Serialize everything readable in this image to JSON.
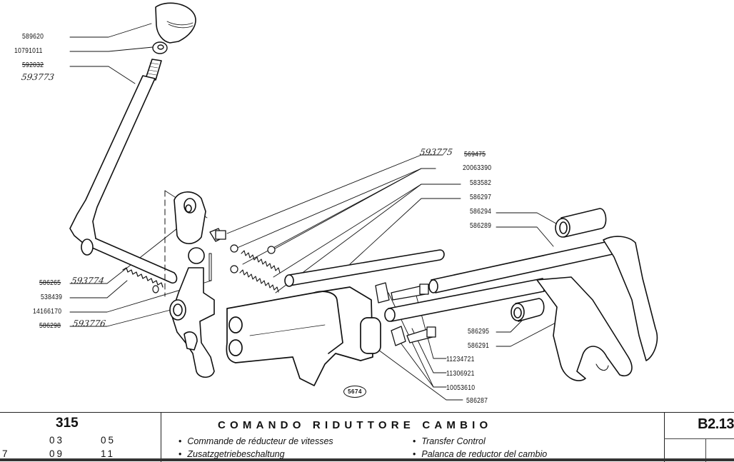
{
  "diagram_code": "5674",
  "callouts": [
    {
      "id": "589620",
      "text": "589620",
      "strike": false,
      "handwritten": ""
    },
    {
      "id": "10791011",
      "text": "10791011",
      "strike": false,
      "handwritten": ""
    },
    {
      "id": "592032",
      "text": "592032",
      "strike": true,
      "handwritten": "593773"
    },
    {
      "id": "586265",
      "text": "586265",
      "strike": true,
      "handwritten": "593774"
    },
    {
      "id": "538439",
      "text": "538439",
      "strike": false,
      "handwritten": ""
    },
    {
      "id": "14166170",
      "text": "14166170",
      "strike": false,
      "handwritten": ""
    },
    {
      "id": "586298",
      "text": "586298",
      "strike": true,
      "handwritten": "593776"
    },
    {
      "id": "569475",
      "text": "569475",
      "strike": true,
      "handwritten": "593775"
    },
    {
      "id": "20063390",
      "text": "20063390",
      "strike": false,
      "handwritten": ""
    },
    {
      "id": "583582",
      "text": "583582",
      "strike": false,
      "handwritten": ""
    },
    {
      "id": "586297",
      "text": "586297",
      "strike": false,
      "handwritten": ""
    },
    {
      "id": "586294",
      "text": "586294",
      "strike": false,
      "handwritten": ""
    },
    {
      "id": "586289",
      "text": "586289",
      "strike": false,
      "handwritten": ""
    },
    {
      "id": "586295",
      "text": "586295",
      "strike": false,
      "handwritten": ""
    },
    {
      "id": "586291",
      "text": "586291",
      "strike": false,
      "handwritten": ""
    },
    {
      "id": "11234721",
      "text": "11234721",
      "strike": false,
      "handwritten": ""
    },
    {
      "id": "11306921",
      "text": "11306921",
      "strike": false,
      "handwritten": ""
    },
    {
      "id": "10053610",
      "text": "10053610",
      "strike": false,
      "handwritten": ""
    },
    {
      "id": "586287",
      "text": "586287",
      "strike": false,
      "handwritten": ""
    }
  ],
  "title_block": {
    "model": "315",
    "versions_row1": [
      "03",
      "05"
    ],
    "versions_row2": [
      "7",
      "09",
      "11"
    ],
    "title": "COMANDO RIDUTTORE CAMBIO",
    "subtitles": [
      "Commande de réducteur de vitesses",
      "Zusatzgetriebeschaltung",
      "Transfer Control",
      "Palanca de reductor del cambio"
    ],
    "page_code": "B2.13"
  }
}
